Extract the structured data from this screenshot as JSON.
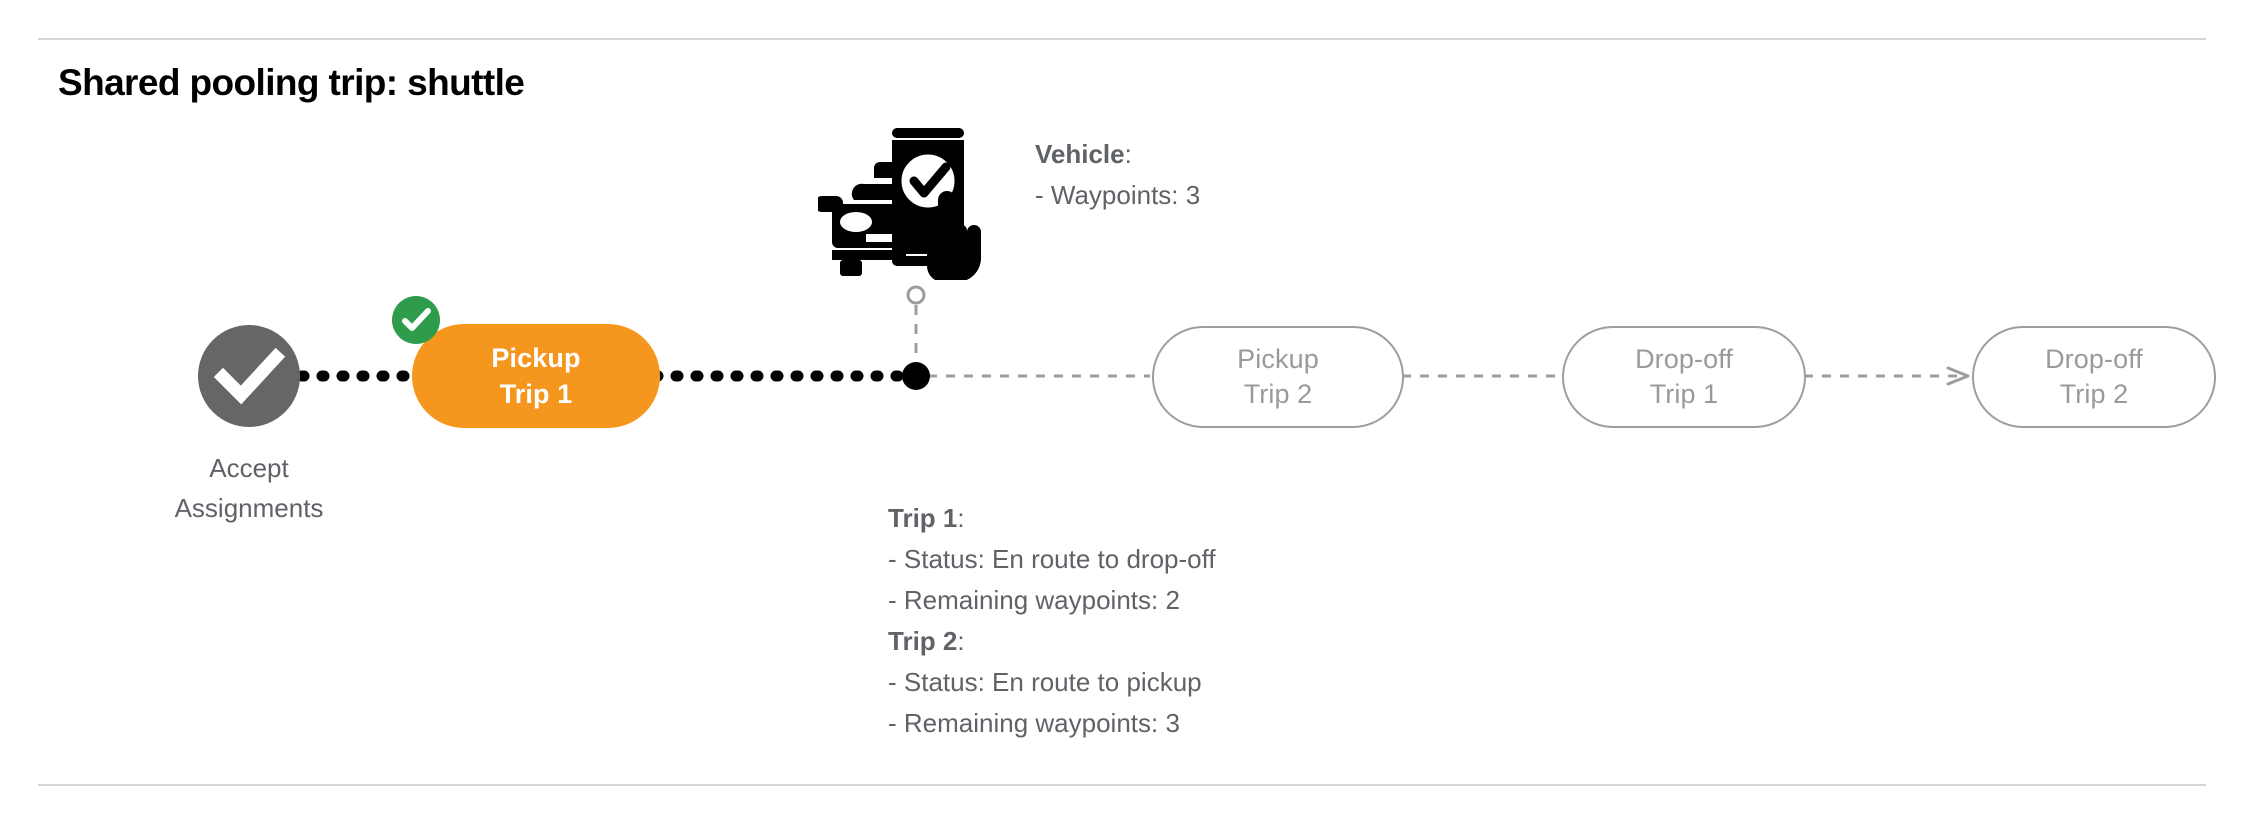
{
  "page": {
    "title": "Shared pooling trip: shuttle"
  },
  "colors": {
    "active_node": "#F5961E",
    "completed_badge": "#2E9C4B",
    "completed_node": "#666666",
    "pending_node_border": "#9E9E9E",
    "pending_node_text": "#9A9A9A",
    "body_text": "#5F6368",
    "rule": "#D6D6D6",
    "completed_path": "#000000",
    "pending_path": "#9E9E9E"
  },
  "vehicle": {
    "icon": "car-phone-check-icon",
    "label": "Vehicle",
    "colon": ":",
    "details": [
      {
        "text": "- Waypoints: 3"
      }
    ]
  },
  "pipeline": {
    "nodes": [
      {
        "id": "accept-assignments",
        "kind": "completed-circle",
        "icon": "check-icon",
        "label_line1": "Accept",
        "label_line2": "Assignments"
      },
      {
        "id": "pickup-trip-1",
        "kind": "active-pill",
        "badge": "check-badge-icon",
        "line1": "Pickup",
        "line2": "Trip 1"
      },
      {
        "id": "pickup-trip-2",
        "kind": "pending-pill",
        "line1": "Pickup",
        "line2": "Trip 2"
      },
      {
        "id": "drop-off-trip-1",
        "kind": "pending-pill",
        "line1": "Drop-off",
        "line2": "Trip 1"
      },
      {
        "id": "drop-off-trip-2",
        "kind": "pending-pill",
        "line1": "Drop-off",
        "line2": "Trip 2"
      }
    ],
    "vehicle_marker": {
      "id": "vehicle-position-marker",
      "shape": "filled-dot"
    }
  },
  "trips": [
    {
      "label": "Trip 1",
      "colon": ":",
      "status_line": "- Status:  En route to drop-off",
      "waypoints_line": "- Remaining waypoints: 2"
    },
    {
      "label": "Trip 2",
      "colon": ":",
      "status_line": "- Status:  En route to pickup",
      "waypoints_line": "- Remaining waypoints: 3"
    }
  ]
}
